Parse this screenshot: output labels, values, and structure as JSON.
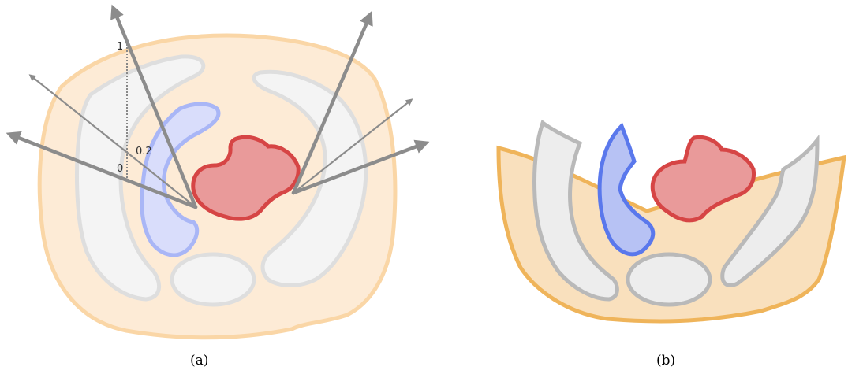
{
  "panels": [
    {
      "caption": "(a)"
    },
    {
      "caption": "(b)"
    }
  ],
  "scale": {
    "ticks": [
      "1",
      "0.2",
      "0"
    ]
  },
  "colors": {
    "body_fill": "#fdebd6",
    "body_stroke": "#fad6a6",
    "body_fill_b": "#f9e0bd",
    "body_stroke_b": "#efb45a",
    "bone_fill": "#f4f4f4",
    "bone_stroke": "#dedede",
    "bone_fill_b": "#ededed",
    "bone_stroke_b": "#b9b9b9",
    "blue_fill": "#d9ddfb",
    "blue_stroke": "#a9b6f6",
    "blue_fill_b": "#b7c2f4",
    "blue_stroke_b": "#5a78ec",
    "red_fill": "#e99a9a",
    "red_stroke": "#d64545",
    "arrow": "#8c8c8c"
  }
}
